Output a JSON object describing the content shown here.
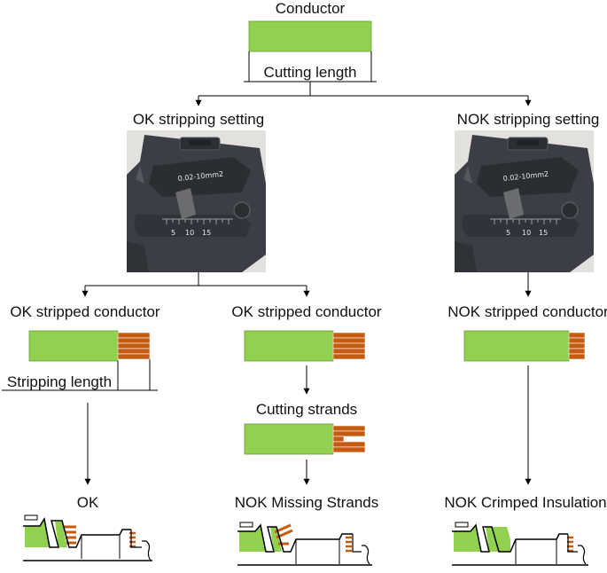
{
  "colors": {
    "insulation": "#92d050",
    "copper": "#c55a11",
    "line": "#000000",
    "text": "#111111",
    "tool_body": "#3a3e44",
    "photo_bg": "#d8d8d6"
  },
  "top": {
    "conductor_label": "Conductor",
    "cutting_length_label": "Cutting length"
  },
  "settings": {
    "ok_label": "OK stripping setting",
    "nok_label": "NOK stripping setting",
    "tool_size_text": "0.02-10mm2",
    "scale_marks": [
      "5",
      "10",
      "15"
    ],
    "photo_icon": "wire-stripper-photo"
  },
  "branches": {
    "left": {
      "title": "OK stripped conductor",
      "stripping_length_label": "Stripping length",
      "result": "OK"
    },
    "middle": {
      "title": "OK stripped conductor",
      "cutting_strands_label": "Cutting strands",
      "result": "NOK Missing Strands"
    },
    "right": {
      "title": "NOK stripped conductor",
      "result": "NOK Crimped Insulation"
    }
  }
}
